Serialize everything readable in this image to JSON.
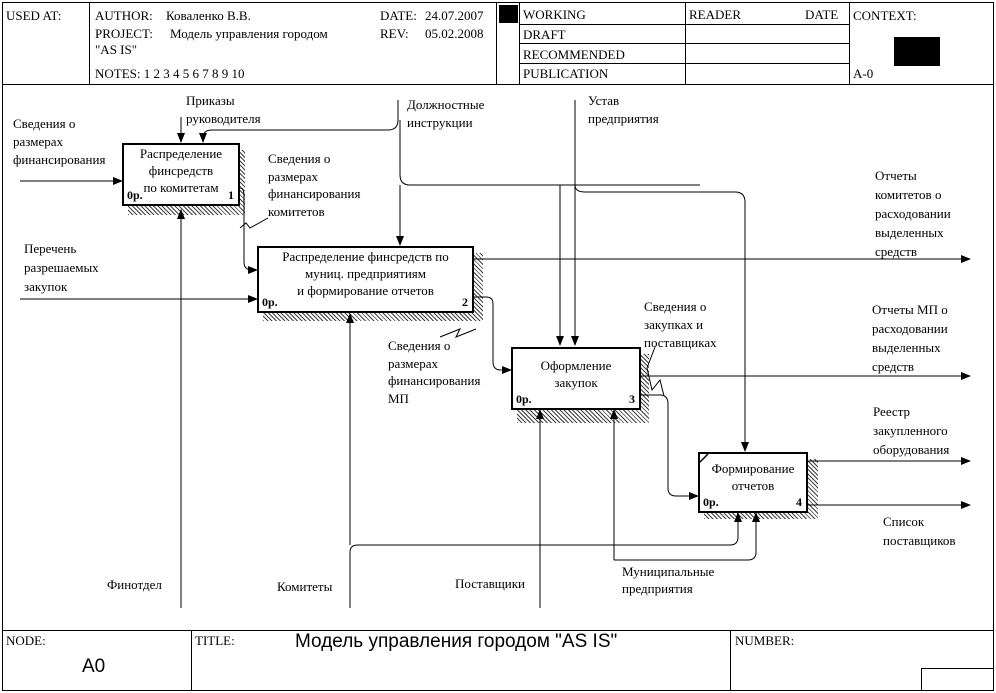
{
  "header": {
    "used_at": "USED AT:",
    "author_label": "AUTHOR:",
    "author": "Коваленко В.В.",
    "date_label": "DATE:",
    "date": "24.07.2007",
    "project_label": "PROJECT:",
    "project": "Модель управления городом",
    "project_line2": "\"AS IS\"",
    "rev_label": "REV:",
    "rev": "05.02.2008",
    "notes": "NOTES:  1  2  3  4  5  6  7  8  9  10",
    "status": [
      "WORKING",
      "DRAFT",
      "RECOMMENDED",
      "PUBLICATION"
    ],
    "reader": "READER",
    "reader_date": "DATE",
    "context": "CONTEXT:",
    "context_node": "A-0"
  },
  "boxes": [
    {
      "title": "Распределение\nфинсредств\nпо комитетам",
      "cost": "0р.",
      "num": "1"
    },
    {
      "title": "Распределение финсредств по\nмуниц. предприятиям\nи формирование отчетов",
      "cost": "0р.",
      "num": "2"
    },
    {
      "title": "Оформление\nзакупок",
      "cost": "0р.",
      "num": "3"
    },
    {
      "title": "Формирование\nотчетов",
      "cost": "0р.",
      "num": "4"
    }
  ],
  "labels": {
    "fin_info": "Сведения о\nразмерах\nфинансирования",
    "orders": "Приказы\nруководителя",
    "instructions": "Должностные\nинструкции",
    "charter": "Устав\nпредприятия",
    "fin_committees": "Сведения о\nразмерах\nфинансирования\nкомитетов",
    "allowed_list": "Перечень\nразрешаемых\nзакупок",
    "reports_committees": "Отчеты\nкомитетов о\nрасходовании\nвыделенных\nсредств",
    "reports_mp": "Отчеты МП о\nрасходовании\nвыделенных\nсредств",
    "purchase_info": "Сведения о\nзакупках и\nпоставщиках",
    "fin_mp": "Сведения о\nразмерах\nфинансирования\nМП",
    "registry": "Реестр\nзакупленного\nоборудования",
    "suppliers_list": "Список\nпоставщиков",
    "finotdel": "Финотдел",
    "committees": "Комитеты",
    "suppliers": "Поставщики",
    "municipal": "Муниципальные\nпредприятия"
  },
  "footer": {
    "node_label": "NODE:",
    "node": "A0",
    "title_label": "TITLE:",
    "title": "Модель управления городом  \"AS IS\"",
    "number_label": "NUMBER:"
  }
}
